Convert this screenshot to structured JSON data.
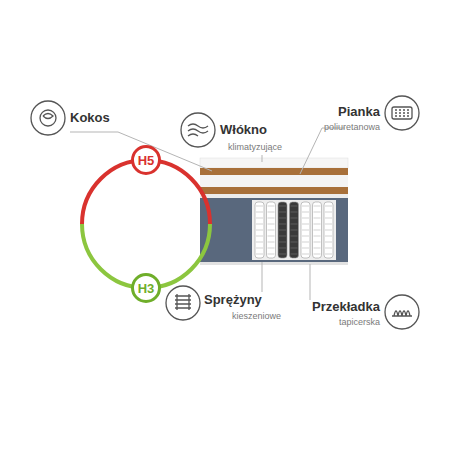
{
  "diagram": {
    "nodes": [
      {
        "text": [
          "H5"
        ]
      },
      {
        "text": [
          "H3"
        ]
      }
    ],
    "labels": [
      "Kokos",
      "Włókno",
      "klimatyzujące",
      "Pianka",
      "poliuretanowa",
      "Sprężyny",
      "kieszeniowe",
      "Przekładka",
      "tapicerska"
    ]
  }
}
